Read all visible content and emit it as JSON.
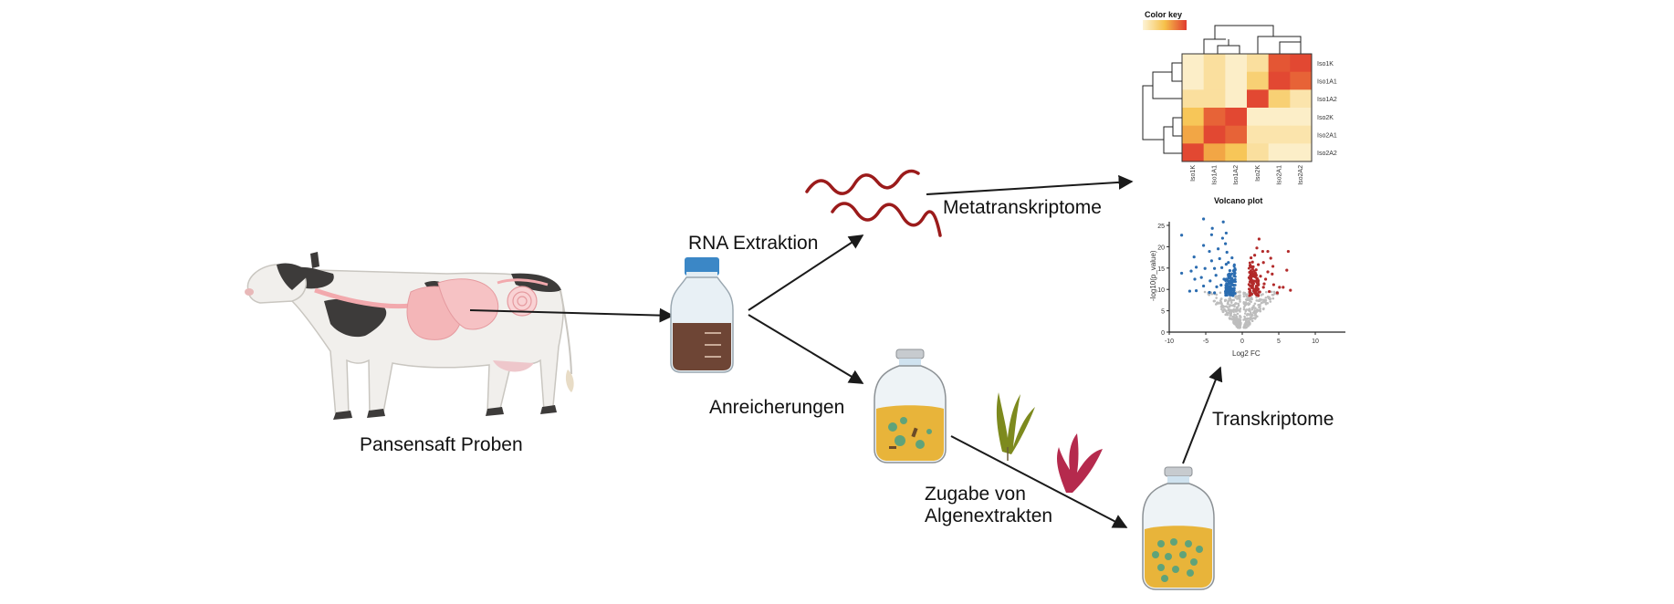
{
  "labels": {
    "cow": "Pansensaft Proben",
    "rna": "RNA Extraktion",
    "meta": "Metatranskriptome",
    "enrich": "Anreicherungen",
    "algae_line1": "Zugabe von",
    "algae_line2": "Algenextrakten",
    "transcript": "Transkriptome"
  },
  "icons": [
    "cow-icon",
    "rna-strand-icon",
    "bottle-icon",
    "vial-icon",
    "seaweed-icon"
  ],
  "colors": {
    "arrow": "#1a1a1a",
    "rna": "#9b1b1b",
    "bottle_cap": "#3b87c6",
    "bottle_liquid": "#6e4535",
    "vial_liquid": "#e8b43a",
    "microbe": "#5fa37a",
    "seaweed_green": "#7d8a1e",
    "seaweed_red": "#b52a4d",
    "volcano_down": "#2b6cb0",
    "volcano_up": "#b22a2a",
    "volcano_ns": "#bdbdbd"
  },
  "chart_data": [
    {
      "type": "heatmap",
      "title": "Color key",
      "rows": [
        "Iso1K",
        "Iso1A1",
        "Iso1A2",
        "Iso2K",
        "Iso2A1",
        "Iso2A2"
      ],
      "columns": [
        "Iso1K",
        "Iso1A1",
        "Iso1A2",
        "Iso2K",
        "Iso2A1",
        "Iso2A2"
      ],
      "values": [
        [
          0.05,
          0.2,
          0.05,
          0.2,
          0.9,
          0.95
        ],
        [
          0.05,
          0.2,
          0.05,
          0.35,
          0.95,
          0.85
        ],
        [
          0.2,
          0.2,
          0.05,
          0.95,
          0.35,
          0.15
        ],
        [
          0.45,
          0.85,
          0.95,
          0.05,
          0.05,
          0.05
        ],
        [
          0.6,
          0.95,
          0.85,
          0.15,
          0.15,
          0.15
        ],
        [
          0.95,
          0.6,
          0.45,
          0.2,
          0.05,
          0.05
        ]
      ],
      "color_scale": [
        "#fdf3d6",
        "#f6c14a",
        "#e03b2f"
      ],
      "dendrograms": "rows and columns"
    },
    {
      "type": "scatter",
      "title": "Volcano plot",
      "xlabel": "Log2 FC",
      "ylabel": "-log10(p_value)",
      "xlim": [
        -10,
        14
      ],
      "ylim": [
        0,
        27
      ],
      "xticks": [
        -10,
        -5,
        0,
        5,
        10
      ],
      "yticks": [
        0,
        5,
        10,
        15,
        20,
        25
      ],
      "series": [
        {
          "name": "down",
          "color": "#2b6cb0",
          "points": [
            [
              -8.3,
              22.7
            ],
            [
              -8.3,
              13.8
            ],
            [
              -6.6,
              17.6
            ],
            [
              -6.3,
              15.2
            ],
            [
              -7,
              14.3
            ],
            [
              -6.5,
              12.4
            ],
            [
              -7.2,
              9.6
            ],
            [
              -6.3,
              9.7
            ],
            [
              -5.3,
              26.5
            ],
            [
              -5.3,
              20.3
            ],
            [
              -4.1,
              24.3
            ],
            [
              -4.2,
              22.8
            ],
            [
              -5.1,
              14.9
            ],
            [
              -5.6,
              12.8
            ],
            [
              -5.3,
              10.8
            ],
            [
              -4.5,
              9.3
            ],
            [
              -4.2,
              16.7
            ],
            [
              -4.5,
              18.9
            ],
            [
              -4.4,
              12
            ],
            [
              -3.8,
              14.9
            ],
            [
              -3.5,
              10.6
            ],
            [
              -3.3,
              19.5
            ],
            [
              -2.6,
              25.8
            ],
            [
              -2.7,
              22
            ],
            [
              -2.2,
              23.2
            ],
            [
              -2.3,
              20.7
            ],
            [
              -3.1,
              17.2
            ],
            [
              -2.8,
              15.1
            ],
            [
              -3.6,
              13.3
            ],
            [
              -2.5,
              12.4
            ],
            [
              -2.9,
              11
            ],
            [
              -3.8,
              9.2
            ],
            [
              -2.1,
              18.7
            ],
            [
              -1.9,
              16.3
            ],
            [
              -1.7,
              14.4
            ],
            [
              -1.5,
              12.6
            ],
            [
              -1.2,
              11
            ],
            [
              -1.6,
              10
            ],
            [
              -1.3,
              9.2
            ],
            [
              -1.9,
              13.4
            ],
            [
              -1.1,
              15.6
            ],
            [
              -1.4,
              17.4
            ],
            [
              -2.2,
              15.9
            ],
            [
              -1,
              13.8
            ],
            [
              -1.8,
              11.8
            ],
            [
              -1.1,
              10.3
            ],
            [
              -2.3,
              9.5
            ]
          ]
        },
        {
          "name": "up",
          "color": "#b22a2a",
          "points": [
            [
              2.3,
              21.8
            ],
            [
              2,
              19.7
            ],
            [
              3.5,
              18.9
            ],
            [
              6.3,
              18.9
            ],
            [
              3.9,
              17.3
            ],
            [
              2.8,
              18.9
            ],
            [
              4.2,
              15.4
            ],
            [
              6.1,
              14.5
            ],
            [
              3.5,
              14.1
            ],
            [
              2.9,
              16.3
            ],
            [
              5.1,
              10.5
            ],
            [
              5.6,
              10.5
            ],
            [
              6.6,
              9.8
            ],
            [
              4.3,
              11.1
            ],
            [
              3.2,
              12.4
            ],
            [
              2.5,
              13.1
            ],
            [
              4.1,
              13.6
            ],
            [
              2.9,
              10.5
            ],
            [
              3.7,
              9.5
            ],
            [
              1.2,
              17.4
            ],
            [
              1.5,
              15.3
            ],
            [
              1.8,
              13.2
            ],
            [
              1.3,
              11.5
            ],
            [
              1.6,
              10
            ],
            [
              1.1,
              9.1
            ],
            [
              2.1,
              11.8
            ],
            [
              1.4,
              16.4
            ],
            [
              1.9,
              14.6
            ],
            [
              1.2,
              12.6
            ],
            [
              2.4,
              9.4
            ],
            [
              1,
              14
            ],
            [
              1.7,
              18
            ],
            [
              1.3,
              10.4
            ],
            [
              2.2,
              15.8
            ],
            [
              4.8,
              9.2
            ],
            [
              3,
              11.3
            ]
          ]
        }
      ]
    }
  ]
}
